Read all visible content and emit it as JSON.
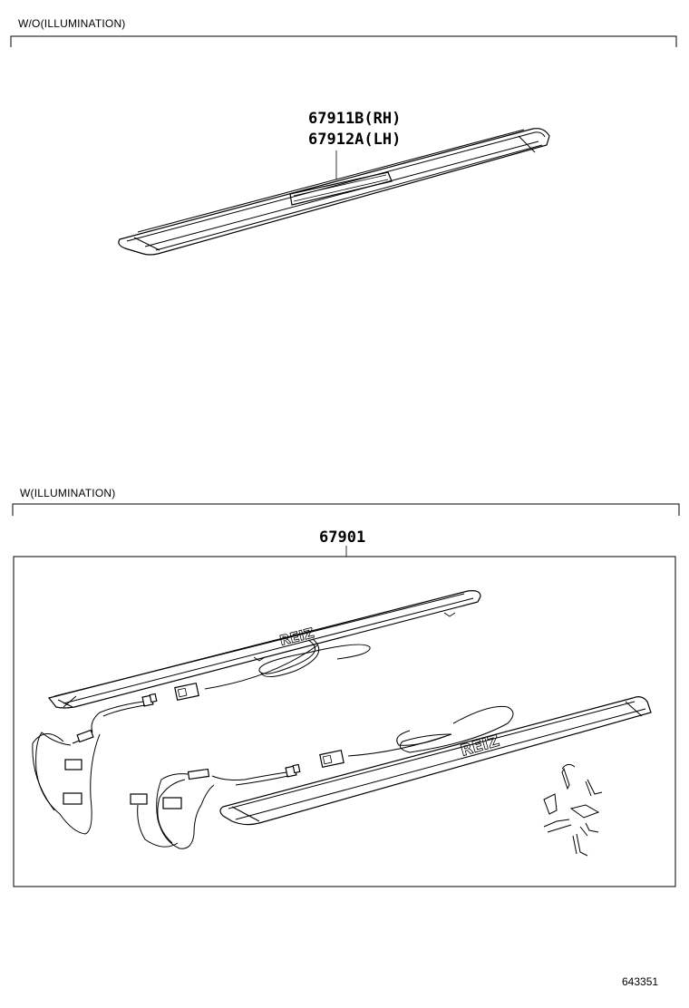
{
  "sections": {
    "without_illumination": {
      "label": "W/O(ILLUMINATION)",
      "part_numbers": [
        "67911B(RH)",
        "67912A(LH)"
      ]
    },
    "with_illumination": {
      "label": "W(ILLUMINATION)",
      "part_number": "67901",
      "emblem_text": "REIZ"
    }
  },
  "diagram_id": "643351"
}
